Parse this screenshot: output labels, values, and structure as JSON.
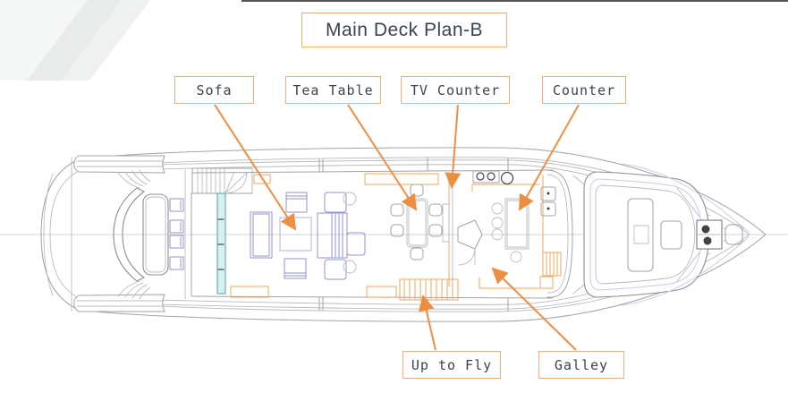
{
  "title": {
    "text": "Main Deck Plan-B"
  },
  "callouts": {
    "sofa": {
      "label": "Sofa"
    },
    "tea_table": {
      "label": "Tea Table"
    },
    "tv_counter": {
      "label": "TV Counter"
    },
    "counter": {
      "label": "Counter"
    },
    "up_to_fly": {
      "label": "Up to Fly"
    },
    "galley": {
      "label": "Galley"
    }
  },
  "colors": {
    "accent": "#ED8F43",
    "label-border": "#F0AE7A",
    "ink": "#3A4350",
    "hull": "#9FA3A7",
    "hull-light": "#B7BBBF",
    "furniture": "#9193C9",
    "furniture-light": "#B0B3D6",
    "cabinet": "#EDA55F",
    "teal-stroke": "#57A0A0",
    "teal-fill": "#D6F1F0",
    "cushion": "#C9CAE8",
    "centerline": "#CFD3D6",
    "deco": "#ECEDED"
  }
}
